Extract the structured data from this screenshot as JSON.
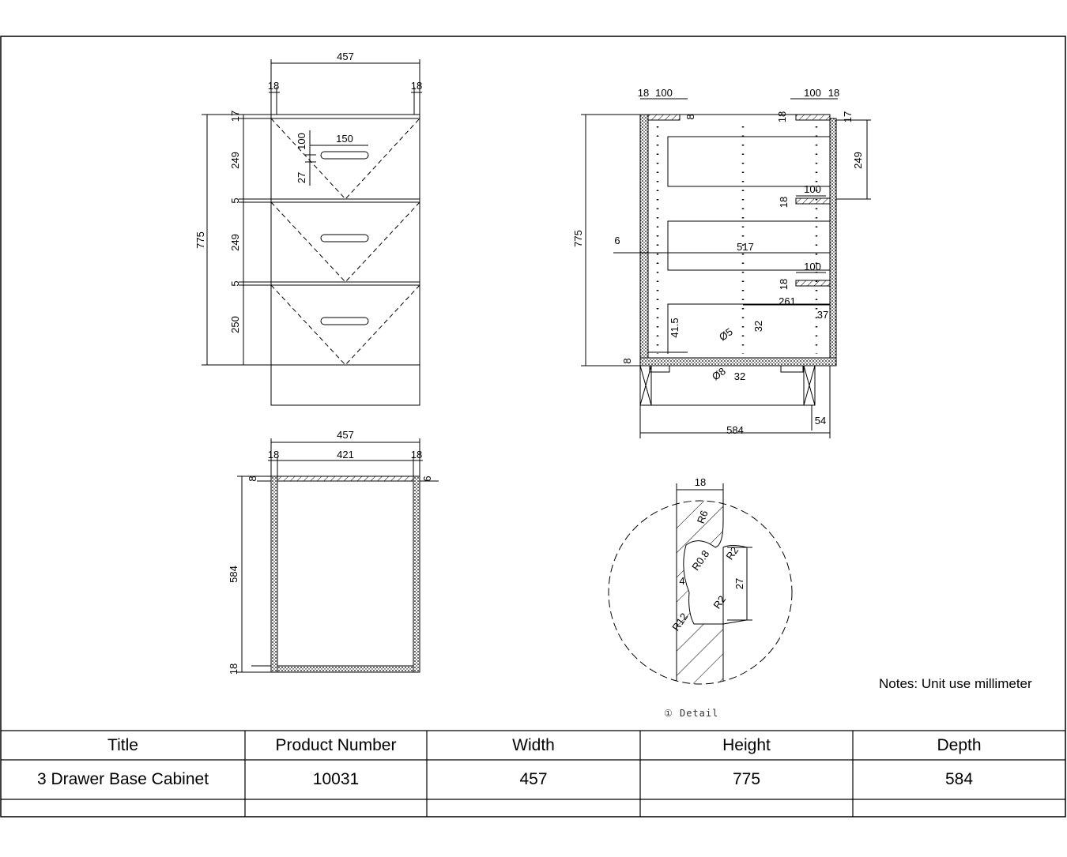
{
  "views": {
    "front": {
      "width": "457",
      "side_l": "18",
      "side_r": "18",
      "top": "17",
      "height": "775",
      "drawer1": "249",
      "gap1": "5",
      "drawer2": "249",
      "gap2": "5",
      "drawer3": "250",
      "handle_len": "150",
      "handle_offset": "100",
      "handle_h": "27"
    },
    "side": {
      "side_l": "18",
      "side_r": "18",
      "rail_l": "100",
      "rail_r": "100",
      "top_l": "8",
      "top_m": "18",
      "top_r": "17",
      "drawer_h": "249",
      "height": "775",
      "back": "6",
      "inner_depth": "517",
      "rail2": "100",
      "rail2_t": "18",
      "rail3": "100",
      "rail3_t": "18",
      "runner": "261",
      "runner_off": "37",
      "hole_h": "41.5",
      "hole_d": "Ø5",
      "hole_sp": "32",
      "base_t": "8",
      "base_hole": "Ø8",
      "base_sp": "32",
      "depth": "584",
      "toe": "54"
    },
    "plan": {
      "width": "457",
      "inner": "421",
      "side_l": "18",
      "side_r": "18",
      "top_t": "8",
      "top_r": "6",
      "depth": "584",
      "bottom_t": "18"
    },
    "detail": {
      "thickness": "18",
      "r6": "R6",
      "r2a": "R2",
      "r08": "R0.8",
      "groove_d": "4",
      "groove_h": "27",
      "r2b": "R2",
      "r12": "R12",
      "caption": "① Detail"
    }
  },
  "notes": "Notes: Unit use millimeter",
  "title_block": {
    "headers": [
      "Title",
      "Product Number",
      "Width",
      "Height",
      "Depth"
    ],
    "values": [
      "3 Drawer Base Cabinet",
      "10031",
      "457",
      "775",
      "584"
    ]
  }
}
